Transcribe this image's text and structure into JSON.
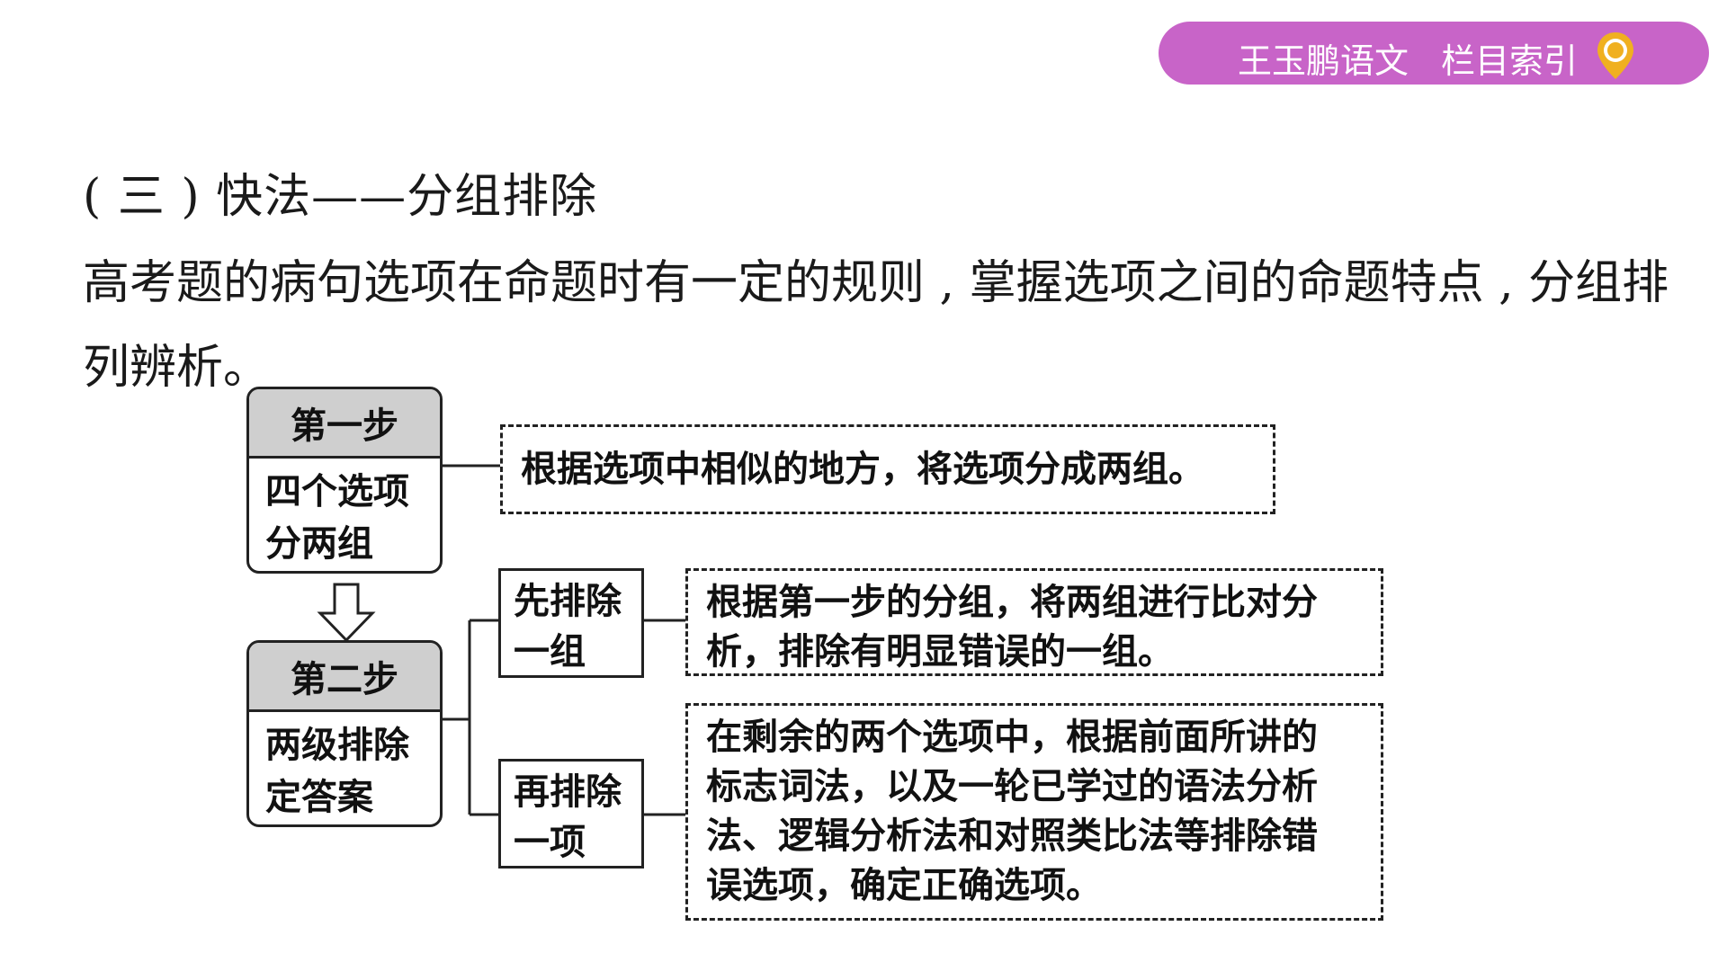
{
  "nav": {
    "brand": "王玉鹏语文",
    "index_label": "栏目索引",
    "pin_icon": "location-pin-icon"
  },
  "heading": "( 三 ) 快法——分组排除",
  "paragraph": {
    "line1": "高考题的病句选项在命题时有一定的规则 , 掌握选项之间的命题特点 , 分组排",
    "line2": "列辨析。"
  },
  "diagram": {
    "step1": {
      "title": "第一步",
      "body_line1": "四个选项",
      "body_line2": "分两组",
      "note": "根据选项中相似的地方，将选项分成两组。"
    },
    "step2": {
      "title": "第二步",
      "body_line1": "两级排除",
      "body_line2": "定答案"
    },
    "sub1": {
      "line1": "先排除",
      "line2": "一组",
      "note_line1": "根据第一步的分组，将两组进行比对分",
      "note_line2": "析，排除有明显错误的一组。"
    },
    "sub2": {
      "line1": "再排除",
      "line2": "一项",
      "note_line1": "在剩余的两个选项中，根据前面所讲的",
      "note_line2": "标志词法，以及一轮已学过的语法分析",
      "note_line3": "法、逻辑分析法和对照类比法等排除错",
      "note_line4": "误选项，确定正确选项。"
    },
    "arrow_icon": "down-arrow-icon"
  },
  "colors": {
    "pill": "#c864c8",
    "header_fill": "#cfcfcf"
  }
}
